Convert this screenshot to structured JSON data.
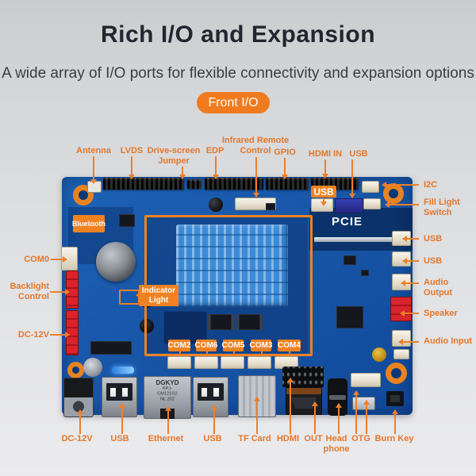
{
  "header": {
    "title": "Rich I/O and Expansion",
    "subtitle": "A wide array of I/O ports for flexible connectivity and expansion options",
    "badge": "Front I/O"
  },
  "board": {
    "pcie": "PCIE",
    "usb_box": "USB",
    "bluetooth": "Bluetooth",
    "indicator_line1": "Indicator",
    "indicator_line2": "Light",
    "com": [
      "COM2",
      "COM6",
      "COM5",
      "COM3",
      "COM4"
    ],
    "eth1": "DGKYD",
    "eth2": "KPJ-CM121G2",
    "eth3": "NL 202"
  },
  "callouts": {
    "top": [
      {
        "label": "Antenna"
      },
      {
        "label": "LVDS"
      },
      {
        "label": "Drive-screen",
        "label2": "Jumper"
      },
      {
        "label": "EDP"
      },
      {
        "label": "Infrared Remote",
        "label2": "Control"
      },
      {
        "label": "GPIO"
      },
      {
        "label": "HDMI IN"
      },
      {
        "label": "USB"
      }
    ],
    "right": [
      {
        "label": "I2C"
      },
      {
        "label": "Fill Light",
        "label2": "Switch"
      },
      {
        "label": "USB"
      },
      {
        "label": "USB"
      },
      {
        "label": "Audio",
        "label2": "Output"
      },
      {
        "label": "Speaker"
      },
      {
        "label": "Audio Input"
      }
    ],
    "left": [
      {
        "label": "COM0"
      },
      {
        "label": "Backlight",
        "label2": "Control"
      },
      {
        "label": "DC-12V"
      }
    ],
    "bottom": [
      {
        "label": "DC-12V"
      },
      {
        "label": "USB"
      },
      {
        "label": "Ethernet"
      },
      {
        "label": "USB"
      },
      {
        "label": "TF Card"
      },
      {
        "label": "HDMI"
      },
      {
        "label": "OUT"
      },
      {
        "label": "Head",
        "label2": "phone"
      },
      {
        "label": "OTG"
      },
      {
        "label": "Burn Key"
      }
    ]
  },
  "colors": {
    "accent": "#f07b1e",
    "board_blue": "#1856a8",
    "heatsink_blue": "#3c8bd9"
  }
}
